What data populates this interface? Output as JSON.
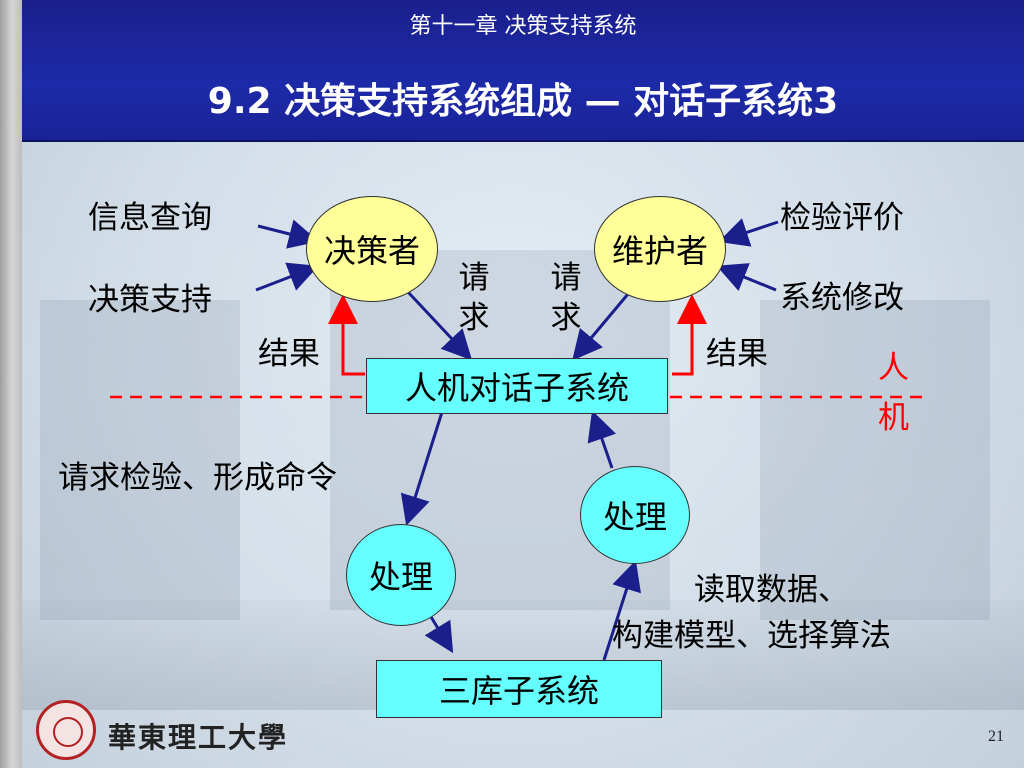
{
  "header": {
    "chapter": "第十一章 决策支持系统",
    "title": "9.2 决策支持系统组成 — 对话子系统3"
  },
  "nodes": {
    "decision_maker": "决策者",
    "maintainer": "维护者",
    "hci_subsystem": "人机对话子系统",
    "process_left": "处理",
    "process_right": "处理",
    "three_base_subsystem": "三库子系统"
  },
  "labels": {
    "info_query": "信息查询",
    "decision_support": "决策支持",
    "check_eval": "检验评价",
    "system_modify": "系统修改",
    "result_left": "结果",
    "result_right": "结果",
    "request_left": "请求",
    "request_right": "请求",
    "human": "人",
    "machine": "机",
    "request_check_cmd": "请求检验、形成命令",
    "read_data": "读取数据、",
    "build_model": "构建模型、选择算法"
  },
  "footer": {
    "university": "華東理工大學",
    "page_number": "21"
  },
  "colors": {
    "header_blue": "#1d2aa8",
    "ellipse_yellow": "#ffff99",
    "node_cyan": "#66ffff",
    "arrow_navy": "#1a1f8c",
    "result_red": "#ff0000"
  }
}
